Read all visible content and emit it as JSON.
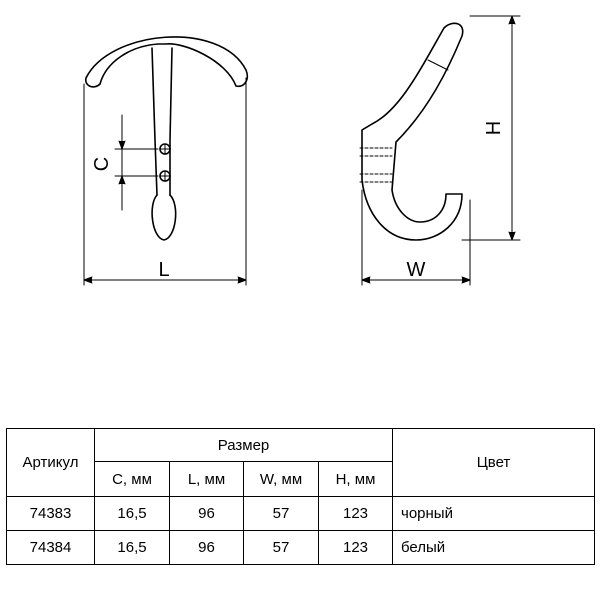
{
  "drawing": {
    "dim_L": "L",
    "dim_C": "C",
    "dim_W": "W",
    "dim_H": "H"
  },
  "table": {
    "col_article": "Артикул",
    "group_size": "Размер",
    "col_color": "Цвет",
    "sub_headers": [
      "C, мм",
      "L, мм",
      "W, мм",
      "H, мм"
    ],
    "rows": [
      {
        "article": "74383",
        "c": "16,5",
        "l": "96",
        "w": "57",
        "h": "123",
        "color": "чорный"
      },
      {
        "article": "74384",
        "c": "16,5",
        "l": "96",
        "w": "57",
        "h": "123",
        "color": "белый"
      }
    ]
  }
}
